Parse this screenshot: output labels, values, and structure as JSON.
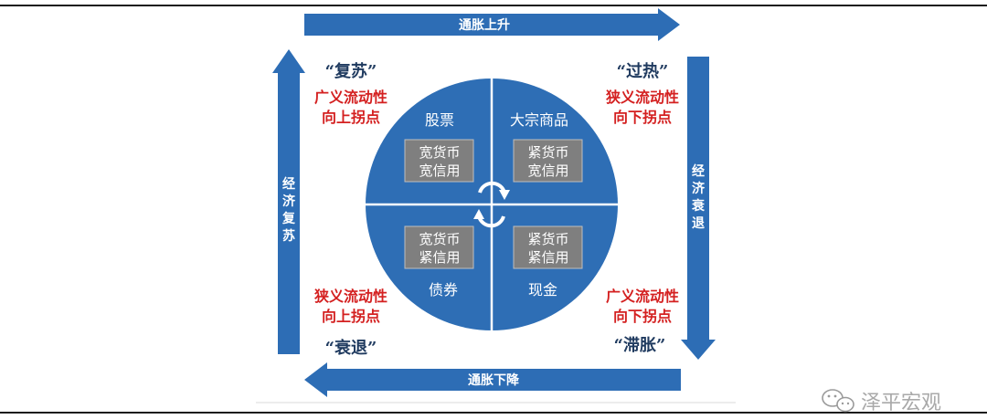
{
  "diagram": {
    "arrows": {
      "top": "通胀上升",
      "right": "经济衰退",
      "bottom": "通胀下降",
      "left": "经济复苏"
    },
    "corners": {
      "top_left": {
        "phase": "“复苏”",
        "line1": "广义流动性",
        "line2": "向上拐点"
      },
      "top_right": {
        "phase": "“过热”",
        "line1": "狭义流动性",
        "line2": "向下拐点"
      },
      "bottom_left": {
        "phase": "“衰退”",
        "line1": "狭义流动性",
        "line2": "向上拐点"
      },
      "bottom_right": {
        "phase": "“滞胀”",
        "line1": "广义流动性",
        "line2": "向下拐点"
      }
    },
    "quadrants": {
      "top_left": {
        "asset": "股票",
        "policy1": "宽货币",
        "policy2": "宽信用"
      },
      "top_right": {
        "asset": "大宗商品",
        "policy1": "紧货币",
        "policy2": "宽信用"
      },
      "bottom_left": {
        "asset": "债券",
        "policy1": "宽货币",
        "policy2": "紧信用"
      },
      "bottom_right": {
        "asset": "现金",
        "policy1": "紧货币",
        "policy2": "紧信用"
      }
    },
    "colors": {
      "blue": "#2d6db5",
      "circle": "#2e6eb5",
      "red": "#d42020",
      "gray_box": "#7f7f7f",
      "phase_text": "#1f3a5f"
    }
  },
  "watermark": {
    "text": "泽平宏观",
    "icon": "wechat-icon"
  }
}
